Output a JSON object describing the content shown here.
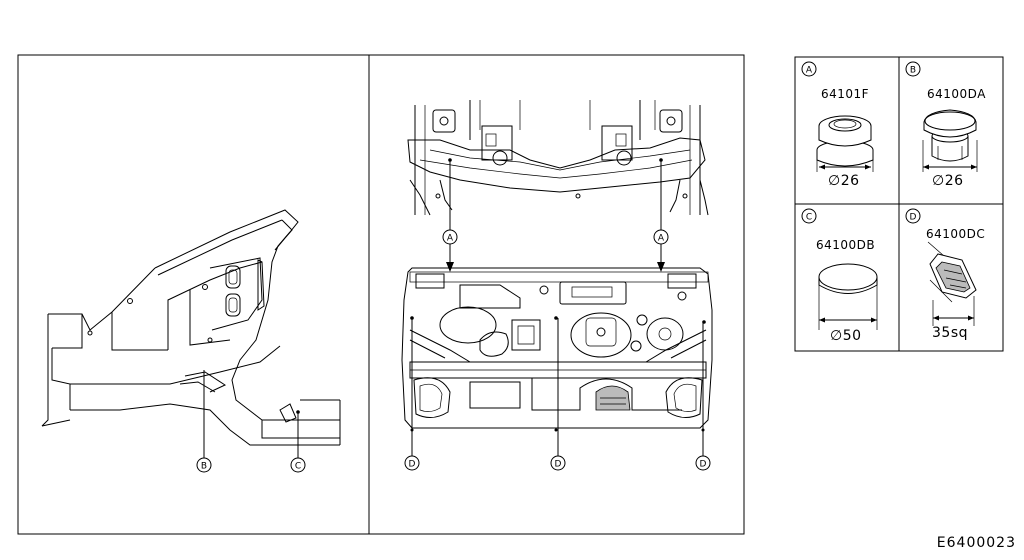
{
  "callouts": {
    "a": "A",
    "b": "B",
    "c": "C",
    "d": "D"
  },
  "parts": [
    {
      "letter": "A",
      "part_number": "64101F",
      "dimension": "∅26"
    },
    {
      "letter": "B",
      "part_number": "64100DA",
      "dimension": "∅26"
    },
    {
      "letter": "C",
      "part_number": "64100DB",
      "dimension": "∅50"
    },
    {
      "letter": "D",
      "part_number": "64100DC",
      "dimension": "35sq"
    }
  ],
  "diagram_code": "E6400023"
}
